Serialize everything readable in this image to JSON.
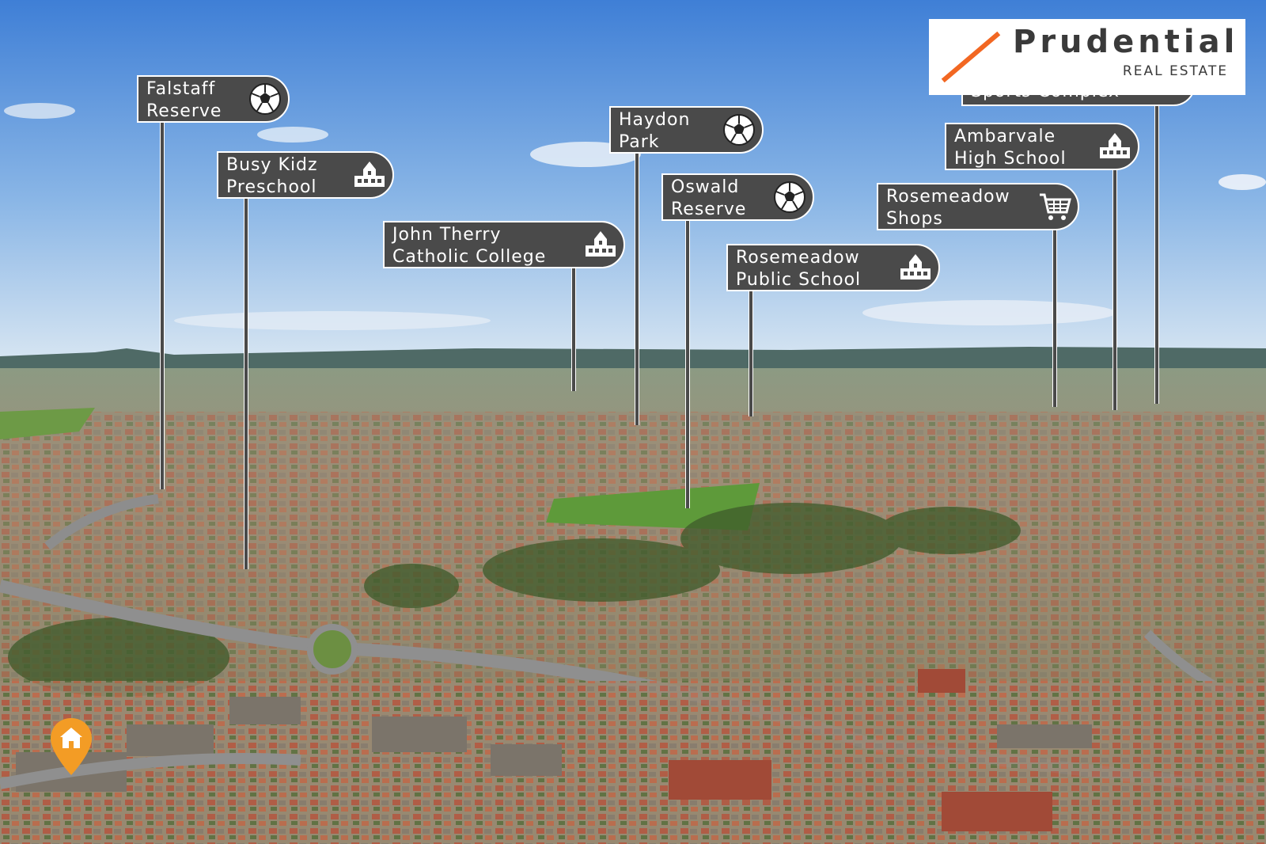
{
  "poi": [
    {
      "line1": "Falstaff",
      "line2": "Reserve",
      "icon": "soccer-ball-icon"
    },
    {
      "line1": "Busy Kidz",
      "line2": "Preschool",
      "icon": "school-icon"
    },
    {
      "line1": "John Therry",
      "line2": "Catholic College",
      "icon": "school-icon"
    },
    {
      "line1": "Haydon",
      "line2": "Park",
      "icon": "soccer-ball-icon"
    },
    {
      "line1": "Oswald",
      "line2": "Reserve",
      "icon": "soccer-ball-icon"
    },
    {
      "line1": "Rosemeadow",
      "line2": "Public School",
      "icon": "school-icon"
    },
    {
      "line1": "Rosemeadow",
      "line2": "Shops",
      "icon": "shopping-cart-icon"
    },
    {
      "line1": "Ambarvale",
      "line2": "High School",
      "icon": "school-icon"
    },
    {
      "line1": "Sports Complex",
      "line2": "",
      "icon": "soccer-ball-icon"
    }
  ],
  "logo": {
    "name": "Prudential",
    "sub": "REAL ESTATE",
    "accent": "#f26722"
  },
  "property_pin": {
    "icon": "home-icon",
    "color": "#f39c25"
  }
}
